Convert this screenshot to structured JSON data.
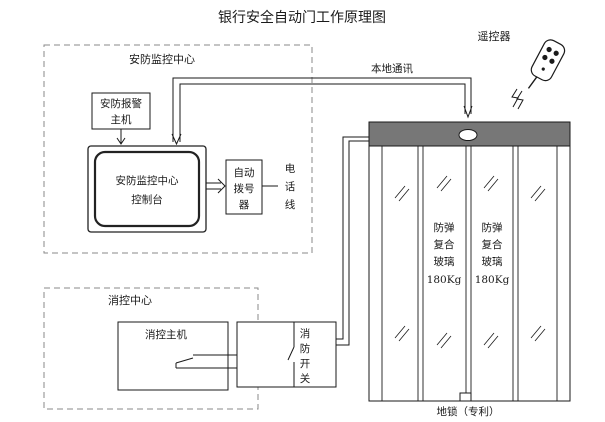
{
  "title": "银行安全自动门工作原理图",
  "security_center": {
    "label": "安防监控中心",
    "alarm_host": [
      "安防报警",
      "主机"
    ],
    "console": [
      "安防监控中心",
      "控制台"
    ],
    "auto_dialer": [
      "自动",
      "拨号",
      "器"
    ],
    "phone_line": [
      "电",
      "话",
      "线"
    ]
  },
  "local_comm": "本地通讯",
  "remote": {
    "label": "遥控器",
    "icon": "remote-control-icon"
  },
  "door": {
    "left_glass": [
      "防弹",
      "复合",
      "玻璃",
      "180Kg"
    ],
    "right_glass": [
      "防弹",
      "复合",
      "玻璃",
      "180Kg"
    ],
    "floor_lock": "地锁（专利）"
  },
  "fire_center": {
    "label": "消控中心",
    "fire_host": "消控主机",
    "fire_switch": [
      "消",
      "防",
      "开",
      "关"
    ]
  },
  "colors": {
    "line": "#1a1a1a",
    "dashed_border": "#8a8a8a",
    "door_header": "#777777",
    "screen_border": "#222222"
  }
}
